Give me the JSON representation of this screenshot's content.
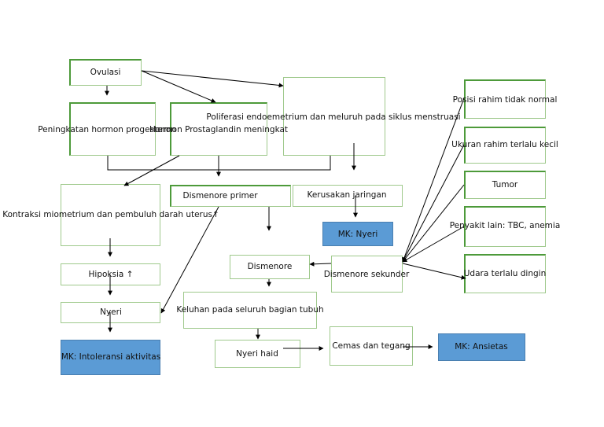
{
  "nodes": {
    "ovulasi": "Ovulasi",
    "progesteron": "Peningkatan hormon progesteron",
    "prostaglandin": "Hormon Prostaglandin meningkat",
    "proliferasi": "Poliferasi endoemetrium dan meluruh pada siklus menstruasi",
    "posisi_rahim": "Posisi rahim tidak normal",
    "ukuran_rahim": "Ukuran rahim terlalu kecil",
    "tumor": "Tumor",
    "penyakit_lain": "Penyakit lain: TBC, anemia",
    "udara_dingin": "Udara terlalu dingin",
    "kontraksi": "Kontraksi miometrium dan pembuluh darah uterus↑",
    "dismenore_primer": "Dismenore primer",
    "kerusakan": "Kerusakan jaringan",
    "mk_nyeri": "MK: Nyeri",
    "dismenore": "Dismenore",
    "dismenore_sekunder": "Dismenore sekunder",
    "hipoksia": "Hipoksia ↑",
    "nyeri": "Nyeri",
    "keluhan": "Keluhan pada seluruh bagian tubuh",
    "mk_intoleransi": "MK: Intoleransi aktivitas",
    "nyeri_haid": "Nyeri haid",
    "cemas": "Cemas dan tegang",
    "mk_ansietas": "MK: Ansietas"
  },
  "colors": {
    "node_border": "#9fc98c",
    "node_accent": "#4d9a3a",
    "mk_fill": "#5b9bd5",
    "line": "#000000"
  }
}
